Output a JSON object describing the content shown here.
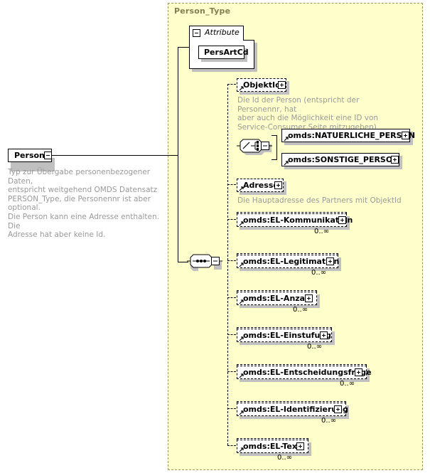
{
  "diagram": {
    "type": "xsd-schema-diagram",
    "root_element": {
      "name": "Person",
      "expander": "minus-icon",
      "annotation": "Typ zur Übergabe personenbezogener Daten,\nentspricht weitgehend OMDS Datensatz\nPERSON_Type, die Personennr ist aber optional.\nDie Person kann eine Adresse enthalten. Die\nAdresse hat aber keine Id."
    },
    "type_container": {
      "label": "Person_Type",
      "background": "#ffffcc",
      "border_color": "#999966"
    },
    "attribute_group": {
      "tab_label": "Attribute",
      "expander": "minus-icon",
      "attributes": [
        {
          "name": "PersArtCd"
        }
      ]
    },
    "compositors": {
      "sequence": {
        "icon": "sequence-icon",
        "expander": "minus-icon"
      },
      "choice": {
        "icon": "choice-icon",
        "expander": "minus-icon"
      }
    },
    "particles": [
      {
        "name": "ObjektId",
        "optional": true,
        "repeating": false,
        "expander": "plus-icon",
        "multiplicity": "",
        "annotation": "Die Id der Person (entspricht der Personennr, hat\naber auch die Möglichkeit eine ID von\nService-Consumer Seite mitzugeben)"
      },
      {
        "name": "omds:NATUERLICHE_PERSON",
        "optional": false,
        "repeating": false,
        "expander": "plus-icon",
        "multiplicity": "",
        "annotation": ""
      },
      {
        "name": "omds:SONSTIGE_PERSON",
        "optional": false,
        "repeating": false,
        "expander": "plus-icon",
        "multiplicity": "",
        "annotation": ""
      },
      {
        "name": "Adresse",
        "optional": true,
        "repeating": false,
        "expander": "plus-icon",
        "multiplicity": "",
        "annotation": "Die Hauptadresse des Partners mit ObjektId"
      },
      {
        "name": "omds:EL-Kommunikation",
        "optional": true,
        "repeating": true,
        "expander": "plus-icon",
        "multiplicity": "0..∞",
        "annotation": ""
      },
      {
        "name": "omds:EL-Legitimation",
        "optional": true,
        "repeating": true,
        "expander": "plus-icon",
        "multiplicity": "0..∞",
        "annotation": ""
      },
      {
        "name": "omds:EL-Anzahl",
        "optional": true,
        "repeating": true,
        "expander": "plus-icon",
        "multiplicity": "0..∞",
        "annotation": ""
      },
      {
        "name": "omds:EL-Einstufung",
        "optional": true,
        "repeating": true,
        "expander": "plus-icon",
        "multiplicity": "0..∞",
        "annotation": ""
      },
      {
        "name": "omds:EL-Entscheidungsfrage",
        "optional": true,
        "repeating": true,
        "expander": "plus-icon",
        "multiplicity": "0..∞",
        "annotation": ""
      },
      {
        "name": "omds:EL-Identifizierung",
        "optional": true,
        "repeating": true,
        "expander": "plus-icon",
        "multiplicity": "0..∞",
        "annotation": ""
      },
      {
        "name": "omds:EL-Text",
        "optional": true,
        "repeating": true,
        "expander": "plus-icon",
        "multiplicity": "0..∞",
        "annotation": ""
      }
    ]
  }
}
